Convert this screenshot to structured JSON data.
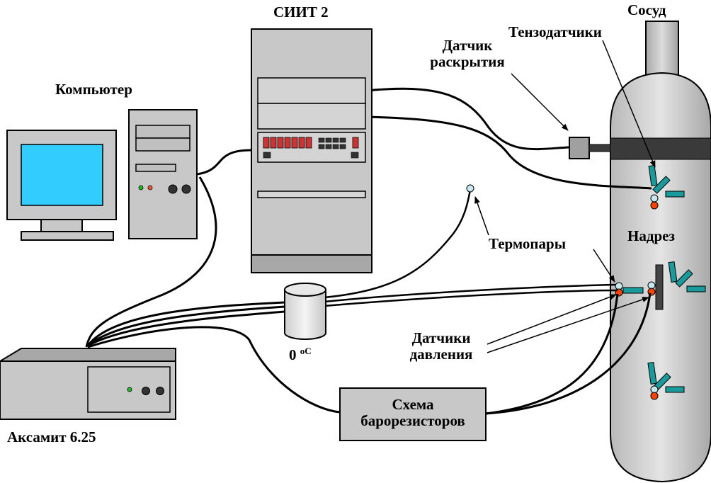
{
  "labels": {
    "computer": "Компьютер",
    "siit": "СИИТ 2",
    "vessel": "Сосуд",
    "opening_sensor_line1": "Датчик",
    "opening_sensor_line2": "раскрытия",
    "strain_gauges": "Тензодатчики",
    "thermocouples": "Термопары",
    "notch": "Надрез",
    "pressure_sensors_line1": "Датчики",
    "pressure_sensors_line2": "давления",
    "zero_c_value": "0",
    "zero_c_unit": "oC",
    "barorezistor_line1": "Схема",
    "barorezistor_line2": "барорезисторов",
    "aksamit": "Аксамит 6.25"
  },
  "colors": {
    "device_gray": "#c8c8c8",
    "device_dark": "#a0a0a0",
    "screen_blue": "#33ccff",
    "strain_gauge_teal": "#1a9a9a",
    "sensor_red": "#ff4400",
    "sensor_light": "#c8e8f0",
    "led_green": "#22bb22",
    "led_red": "#ff5533",
    "display_red": "#cc3333"
  }
}
